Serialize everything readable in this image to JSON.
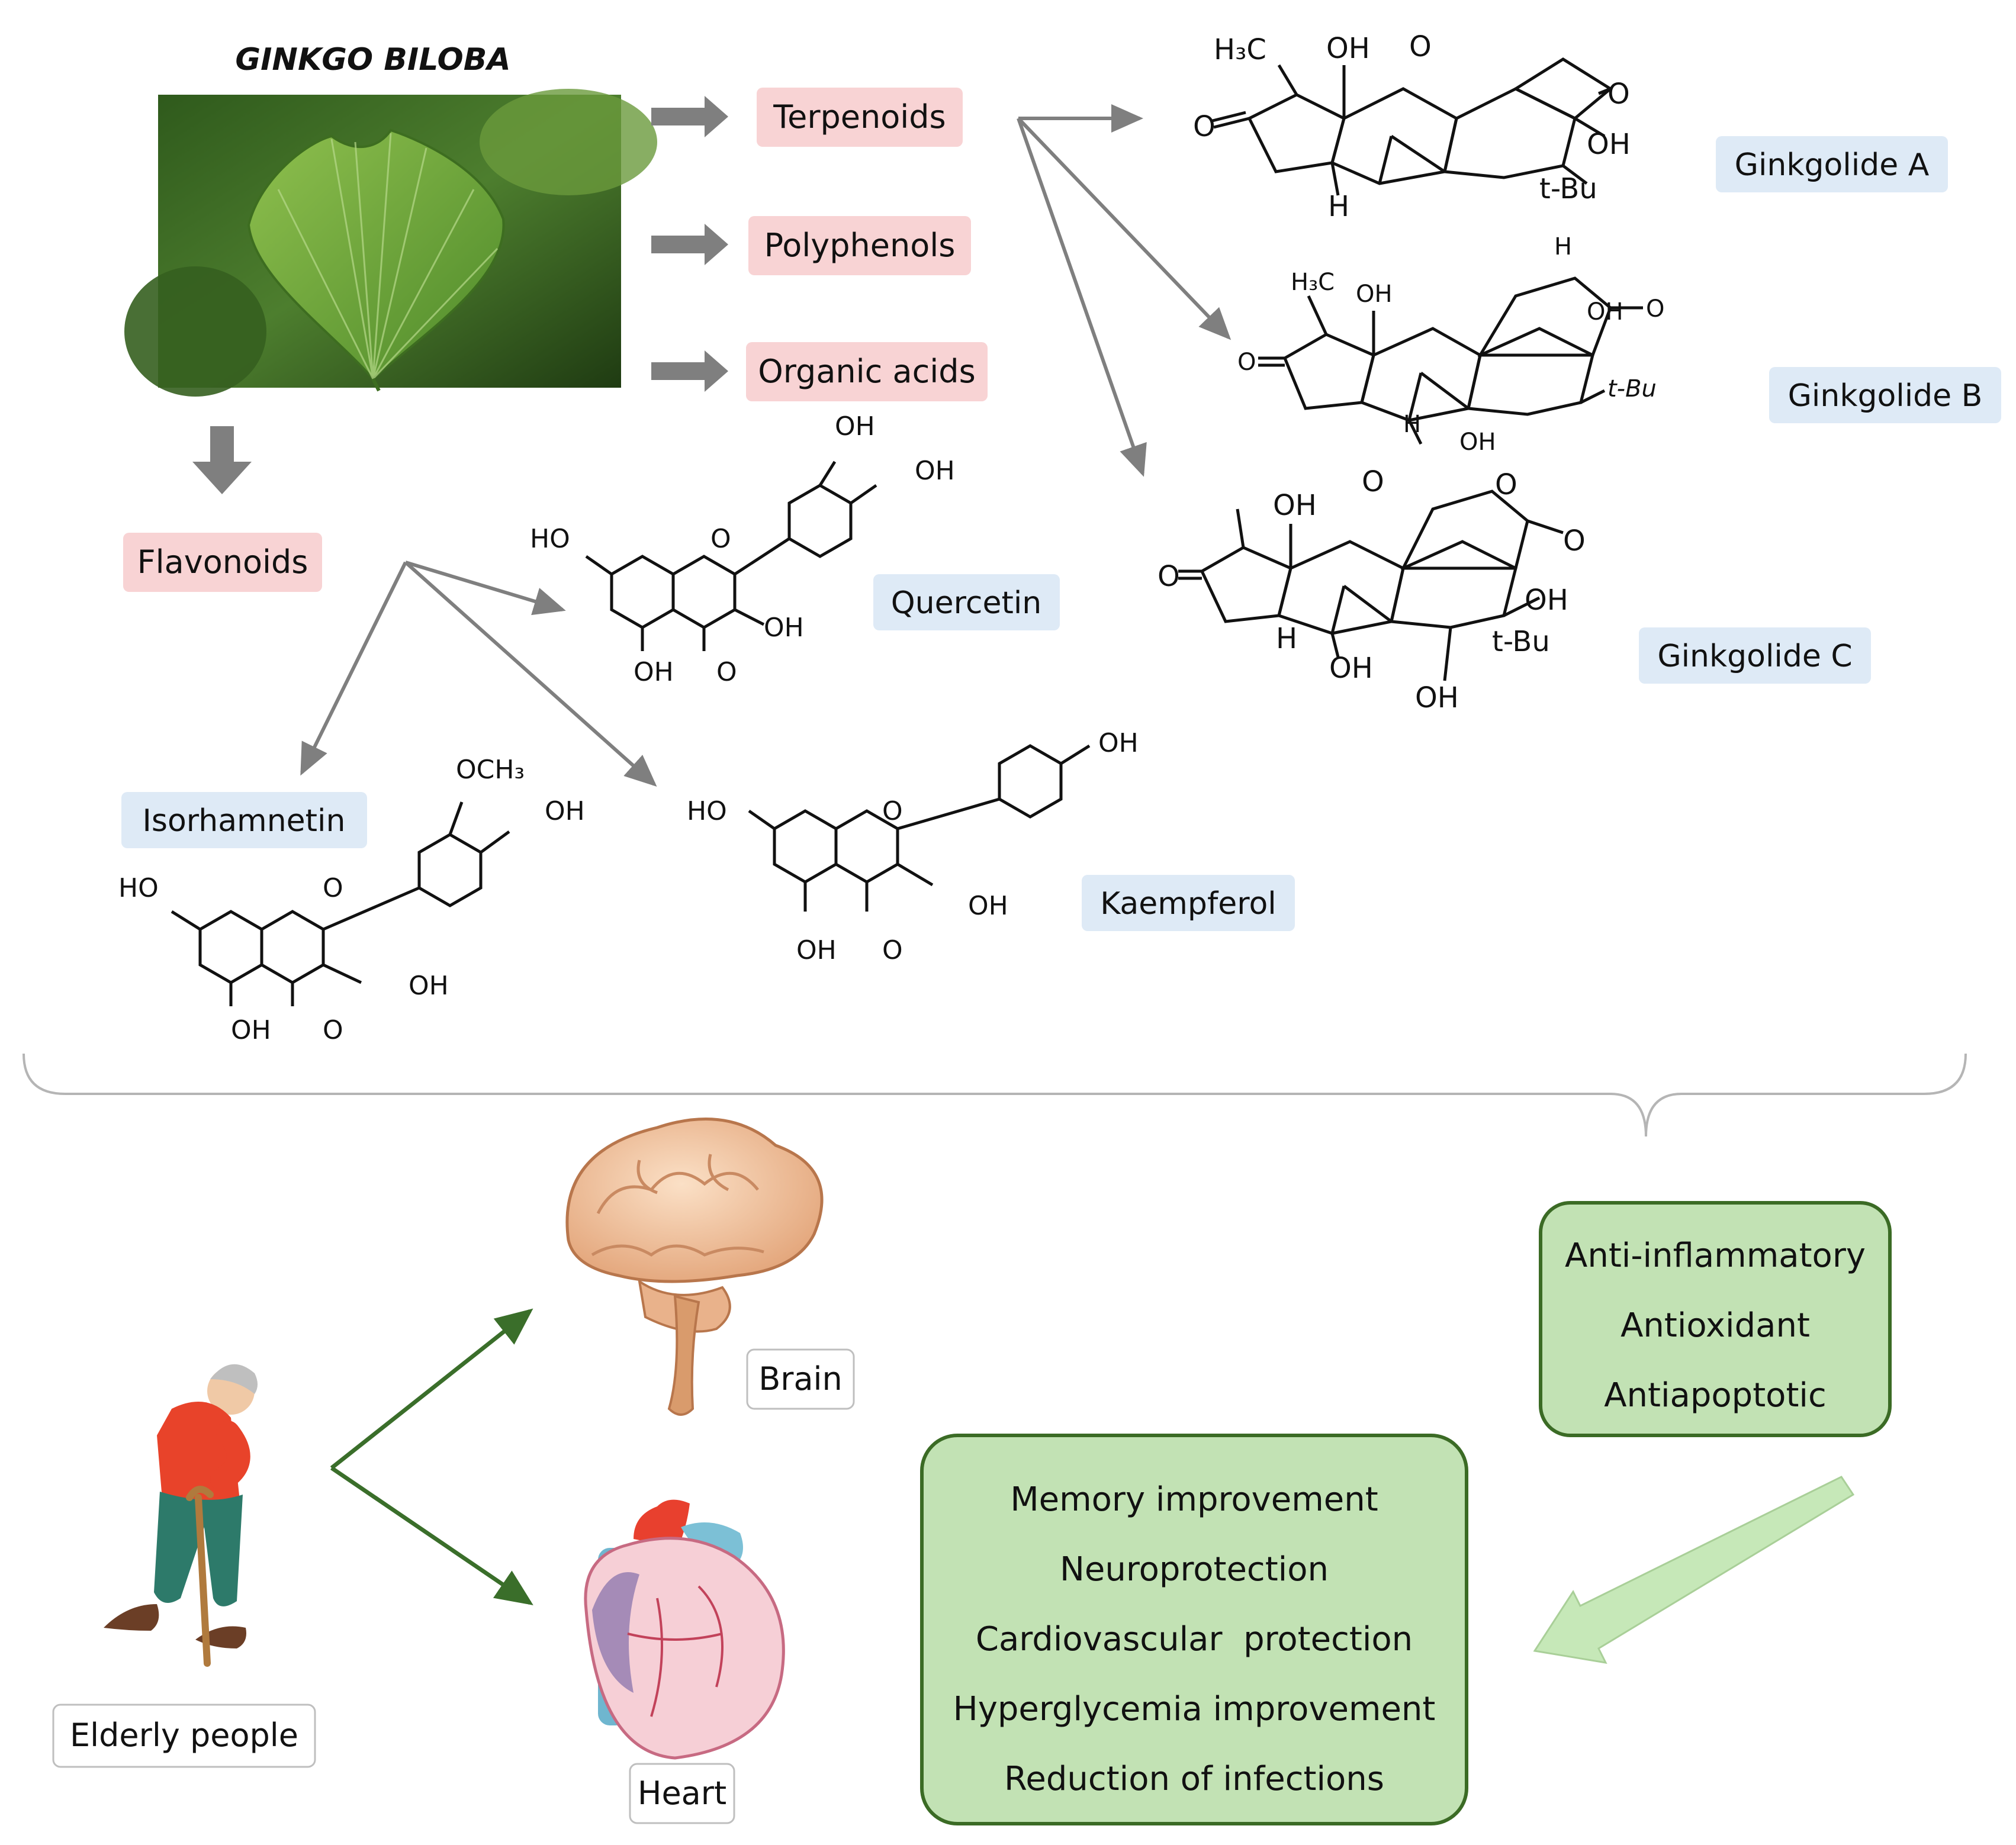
{
  "title": "GINKGO BILOBA",
  "classes": [
    "Terpenoids",
    "Polyphenols",
    "Organic acids",
    "Flavonoids"
  ],
  "compounds": {
    "ginkgolide_a": "Ginkgolide A",
    "ginkgolide_b": "Ginkgolide B",
    "ginkgolide_c": "Ginkgolide C",
    "quercetin": "Quercetin",
    "isorhamnetin": "Isorhamnetin",
    "kaempferol": "Kaempferol"
  },
  "structure_text": {
    "oh": "OH",
    "ho": "HO",
    "o": "O",
    "h": "H",
    "och3": "OCH₃",
    "h3c": "H₃C",
    "tbu": "t-Bu"
  },
  "bottom": {
    "elderly": "Elderly people",
    "brain": "Brain",
    "heart": "Heart",
    "mechanisms": [
      "Anti-inflammatory",
      "Antioxidant",
      "Antiapoptotic"
    ],
    "effects": [
      "Memory improvement",
      "Neuroprotection",
      "Cardiovascular  protection",
      "Hyperglycemia improvement",
      "Reduction of infections"
    ]
  },
  "colors": {
    "class_bg": "#f8d3d4",
    "compound_bg": "#deeaf6",
    "green_box": "#c2e2b4",
    "green_border": "#3b6b25",
    "arrow_gray": "#7f7f7f",
    "arrow_green": "#3a6e2a"
  }
}
